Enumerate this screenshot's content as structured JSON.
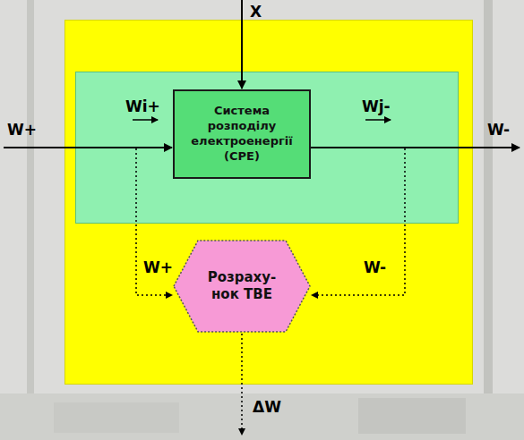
{
  "diagram": {
    "nodes": [
      {
        "text": [
          "Система розподілу електроенергії (СРЕ)"
        ]
      },
      {
        "text": [
          "Розраху- нок ТВЕ"
        ]
      }
    ],
    "labels": [
      "X",
      "W+",
      "Wi+",
      "Wj-",
      "W-",
      "W+",
      "W-",
      "ΔW"
    ]
  }
}
